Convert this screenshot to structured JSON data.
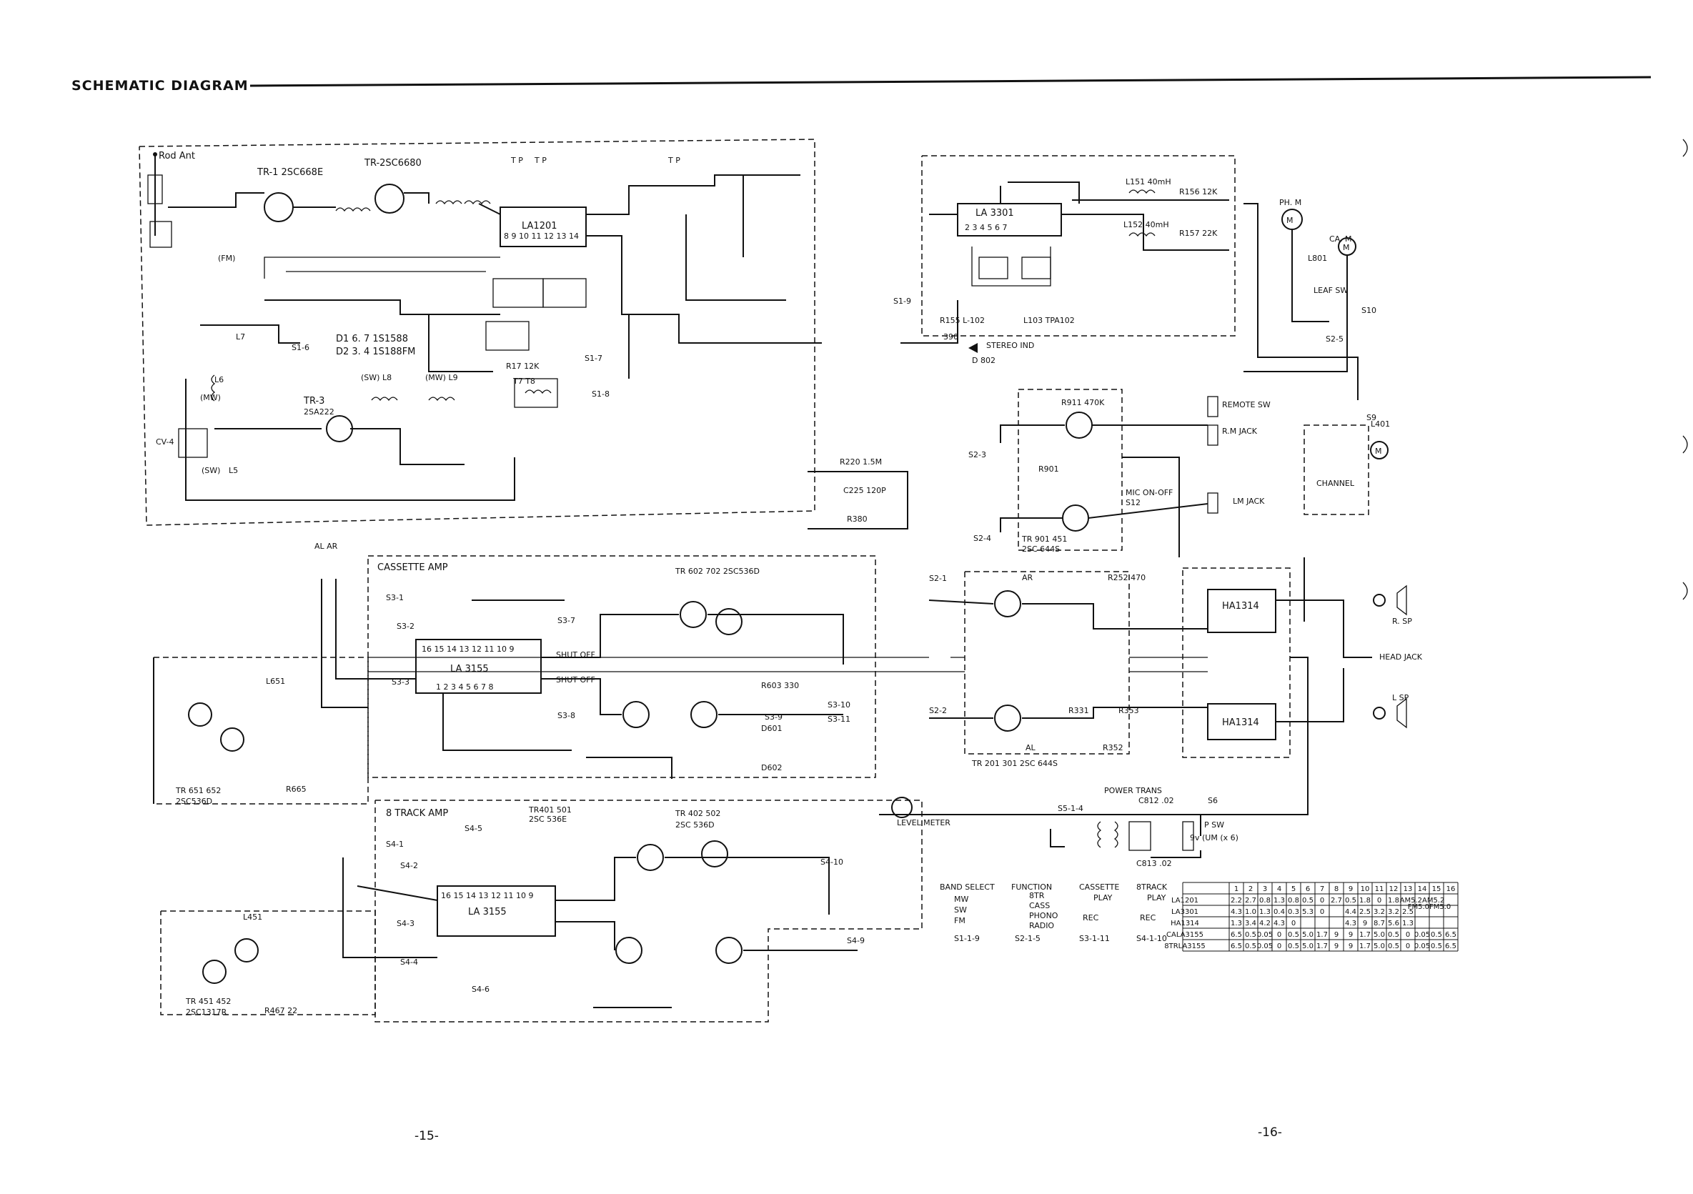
{
  "header": {
    "title": "SCHEMATIC DIAGRAM"
  },
  "pages": {
    "left": "-15-",
    "right": "-16-"
  },
  "blocks": {
    "tuner": {
      "antenna": "Rod Ant",
      "tr1": "TR-1 2SC668E",
      "tr2": "TR-2SC6680",
      "tr3": "TR-3",
      "tr3_type": "2SA222",
      "ic": "LA1201",
      "diodes_1": "D1 6. 7  1S1588",
      "diodes_2": "D2 3. 4  1S188FM",
      "tp1": "T P",
      "tp2": "T P",
      "tp3": "T P",
      "fm": "(FM)",
      "mw": "(MW)",
      "sw": "(SW)",
      "sw_l8": "(SW)  L8",
      "mw_l9": "(MW) L9",
      "l5": "L5",
      "l6": "L6",
      "l7": "L7",
      "s1_6": "S1-6",
      "s1_7": "S1-7",
      "s1_8": "S1-8",
      "s1_9": "S1-9",
      "cv4": "CV-4",
      "r17": "R17 12K",
      "t7t8": "T7  T8"
    },
    "stereo": {
      "ic": "LA 3301",
      "l151": "L151 40mH",
      "l152": "L152 40mH",
      "r156": "R156 12K",
      "r157": "R157 22K",
      "r155": "R155 L-102",
      "l103": "L103 TPA102",
      "stereo_ind": "STEREO IND",
      "d802": "D 802",
      "r390": "390"
    },
    "motor": {
      "ph_m": "PH. M",
      "ca_m": "CA. M",
      "l801": "L801",
      "leaf_sw": "LEAF SW",
      "s2_5": "S2-5",
      "s10": "S10",
      "s9": "S9"
    },
    "mic": {
      "remote_sw": "REMOTE SW",
      "rm_jack": "R.M JACK",
      "lm_jack": "LM JACK",
      "mic_onoff": "MIC ON-OFF",
      "s12": "S12",
      "r911": "R911 470K",
      "r901": "R901",
      "tr901": "TR 901 451",
      "tr901_type": "2SC 644S",
      "s2_3": "S2-3",
      "s2_4": "S2-4",
      "r220": "R220 1.5M",
      "c225": "C225 120P",
      "r380": "R380",
      "l401": "L401",
      "channel": "CHANNEL"
    },
    "cassette_amp": {
      "title": "CASSETTE AMP",
      "ic": "LA 3155",
      "tr602": "TR 602 702 2SC536D",
      "shut_off_1": "SHUT OFF",
      "shut_off_2": "SHUT OFF",
      "r603": "R603 330",
      "d601": "D601",
      "d602": "D602",
      "al_ar": "AL  AR",
      "tr651": "TR 651 652",
      "tr651_type": "2SC536D",
      "r665": "R665",
      "l651": "L651",
      "s3_1": "S3-1",
      "s3_2": "S3-2",
      "s3_3": "S3-3",
      "s3_7": "S3-7",
      "s3_8": "S3-8",
      "s3_9": "S3-9",
      "s3_10": "S3-10",
      "s3_11": "S3-11"
    },
    "track8_amp": {
      "title": "8 TRACK AMP",
      "ic": "LA 3155",
      "tr401": "TR401 501",
      "tr401_type": "2SC 536E",
      "tr402": "TR 402 502",
      "tr402_type": "2SC 536D",
      "tr451": "TR 451 452",
      "tr451_type": "2SC1317R",
      "r467": "R467  22",
      "l451": "L451",
      "s4_1": "S4-1",
      "s4_2": "S4-2",
      "s4_3": "S4-3",
      "s4_4": "S4-4",
      "s4_5": "S4-5",
      "s4_6": "S4-6",
      "s4_9": "S4-9",
      "s4_10": "S4-10",
      "level_meter": "LEVEL METER"
    },
    "power_amp": {
      "ic_top": "HA1314",
      "ic_bottom": "HA1314",
      "tr201": "TR 201 301  2SC 644S",
      "r252": "R252  470",
      "ar": "AR",
      "al": "AL",
      "r331": "R331",
      "r353": "R353",
      "r352": "R352",
      "s2_1": "S2-1",
      "s2_2": "S2-2",
      "r_sp": "R. SP",
      "l_sp": "L  SP",
      "head_jack": "HEAD JACK"
    },
    "power": {
      "title": "POWER TRANS",
      "c812": "C812 .02",
      "c813": "C813 .02",
      "s5": "S5-1-4",
      "s6": "S6",
      "p_sw": "P SW",
      "battery": "9v (UM (x 6)"
    }
  },
  "switch_legend": {
    "band_select": {
      "title": "BAND SELECT",
      "items": [
        "MW",
        "SW",
        "FM"
      ],
      "id": "S1-1-9"
    },
    "function": {
      "title": "FUNCTION",
      "items": [
        "8TR",
        "CASS",
        "PHONO",
        "RADIO"
      ],
      "id": "S2-1-5"
    },
    "cassette": {
      "title": "CASSETTE",
      "items": [
        "PLAY",
        "REC"
      ],
      "id": "S3-1-11"
    },
    "track8": {
      "title": "8TRACK",
      "items": [
        "PLAY",
        "REC"
      ],
      "id": "S4-1-10"
    }
  },
  "voltage_table": {
    "columns": [
      "",
      "1",
      "2",
      "3",
      "4",
      "5",
      "6",
      "7",
      "8",
      "9",
      "10",
      "11",
      "12",
      "13",
      "14",
      "15",
      "16"
    ],
    "rows": [
      [
        "LA1201",
        "2.2",
        "2.7",
        "0.8",
        "1.3",
        "0.8",
        "0.5",
        "0",
        "2.7",
        "0.5",
        "1.8",
        "0",
        "1.8",
        "",
        "AM5.2AM5.2",
        "",
        ""
      ],
      [
        "LA3301",
        "4.3",
        "1.0",
        "1.3",
        "0.4",
        "0.3",
        "5.3",
        "0",
        "",
        "4.4",
        "2.5",
        "3.2",
        "3.2",
        "2.5",
        "",
        "",
        ""
      ],
      [
        "HA1314",
        "1.3",
        "3.4",
        "4.2",
        "4.3",
        "0",
        "",
        "",
        "",
        "4.3",
        "9",
        "8.7",
        "5.6",
        "1.3",
        "",
        "",
        ""
      ],
      [
        "CALA3155",
        "6.5",
        "0.5",
        "0.05",
        "0",
        "0.5",
        "5.0",
        "1.7",
        "9",
        "9",
        "1.7",
        "5.0",
        "0.5",
        "0",
        "0.05",
        "0.5",
        "6.5"
      ],
      [
        "8TRLA3155",
        "6.5",
        "0.5",
        "0.05",
        "0",
        "0.5",
        "5.0",
        "1.7",
        "9",
        "9",
        "1.7",
        "5.0",
        "0.5",
        "0",
        "0.05",
        "0.5",
        "6.5"
      ]
    ],
    "fm_note": "FM5.0FM5.0"
  }
}
